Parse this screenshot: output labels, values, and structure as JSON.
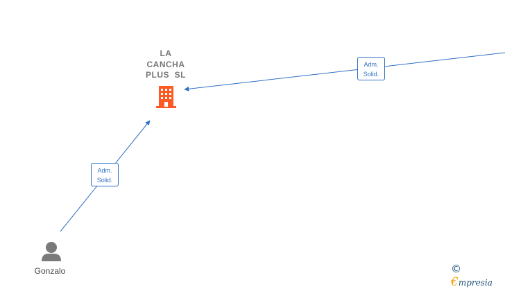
{
  "company": {
    "name_lines": [
      "LA",
      "CANCHA",
      "PLUS  SL"
    ],
    "icon": "building-icon",
    "icon_color": "#ff5a26"
  },
  "person": {
    "name": "Gonzalo",
    "icon": "person-icon",
    "icon_color": "#7a7a7a"
  },
  "edges": [
    {
      "from": "Gonzalo",
      "to": "LA CANCHA PLUS SL",
      "label_line1": "Adm.",
      "label_line2": "Solid."
    },
    {
      "from": "off-screen-right",
      "to": "LA CANCHA PLUS SL",
      "label_line1": "Adm.",
      "label_line2": "Solid."
    }
  ],
  "edge_color": "#2f6fc4",
  "watermark": {
    "copyright_symbol": "©",
    "brand_initial": "€",
    "brand_rest": "mpresia"
  }
}
